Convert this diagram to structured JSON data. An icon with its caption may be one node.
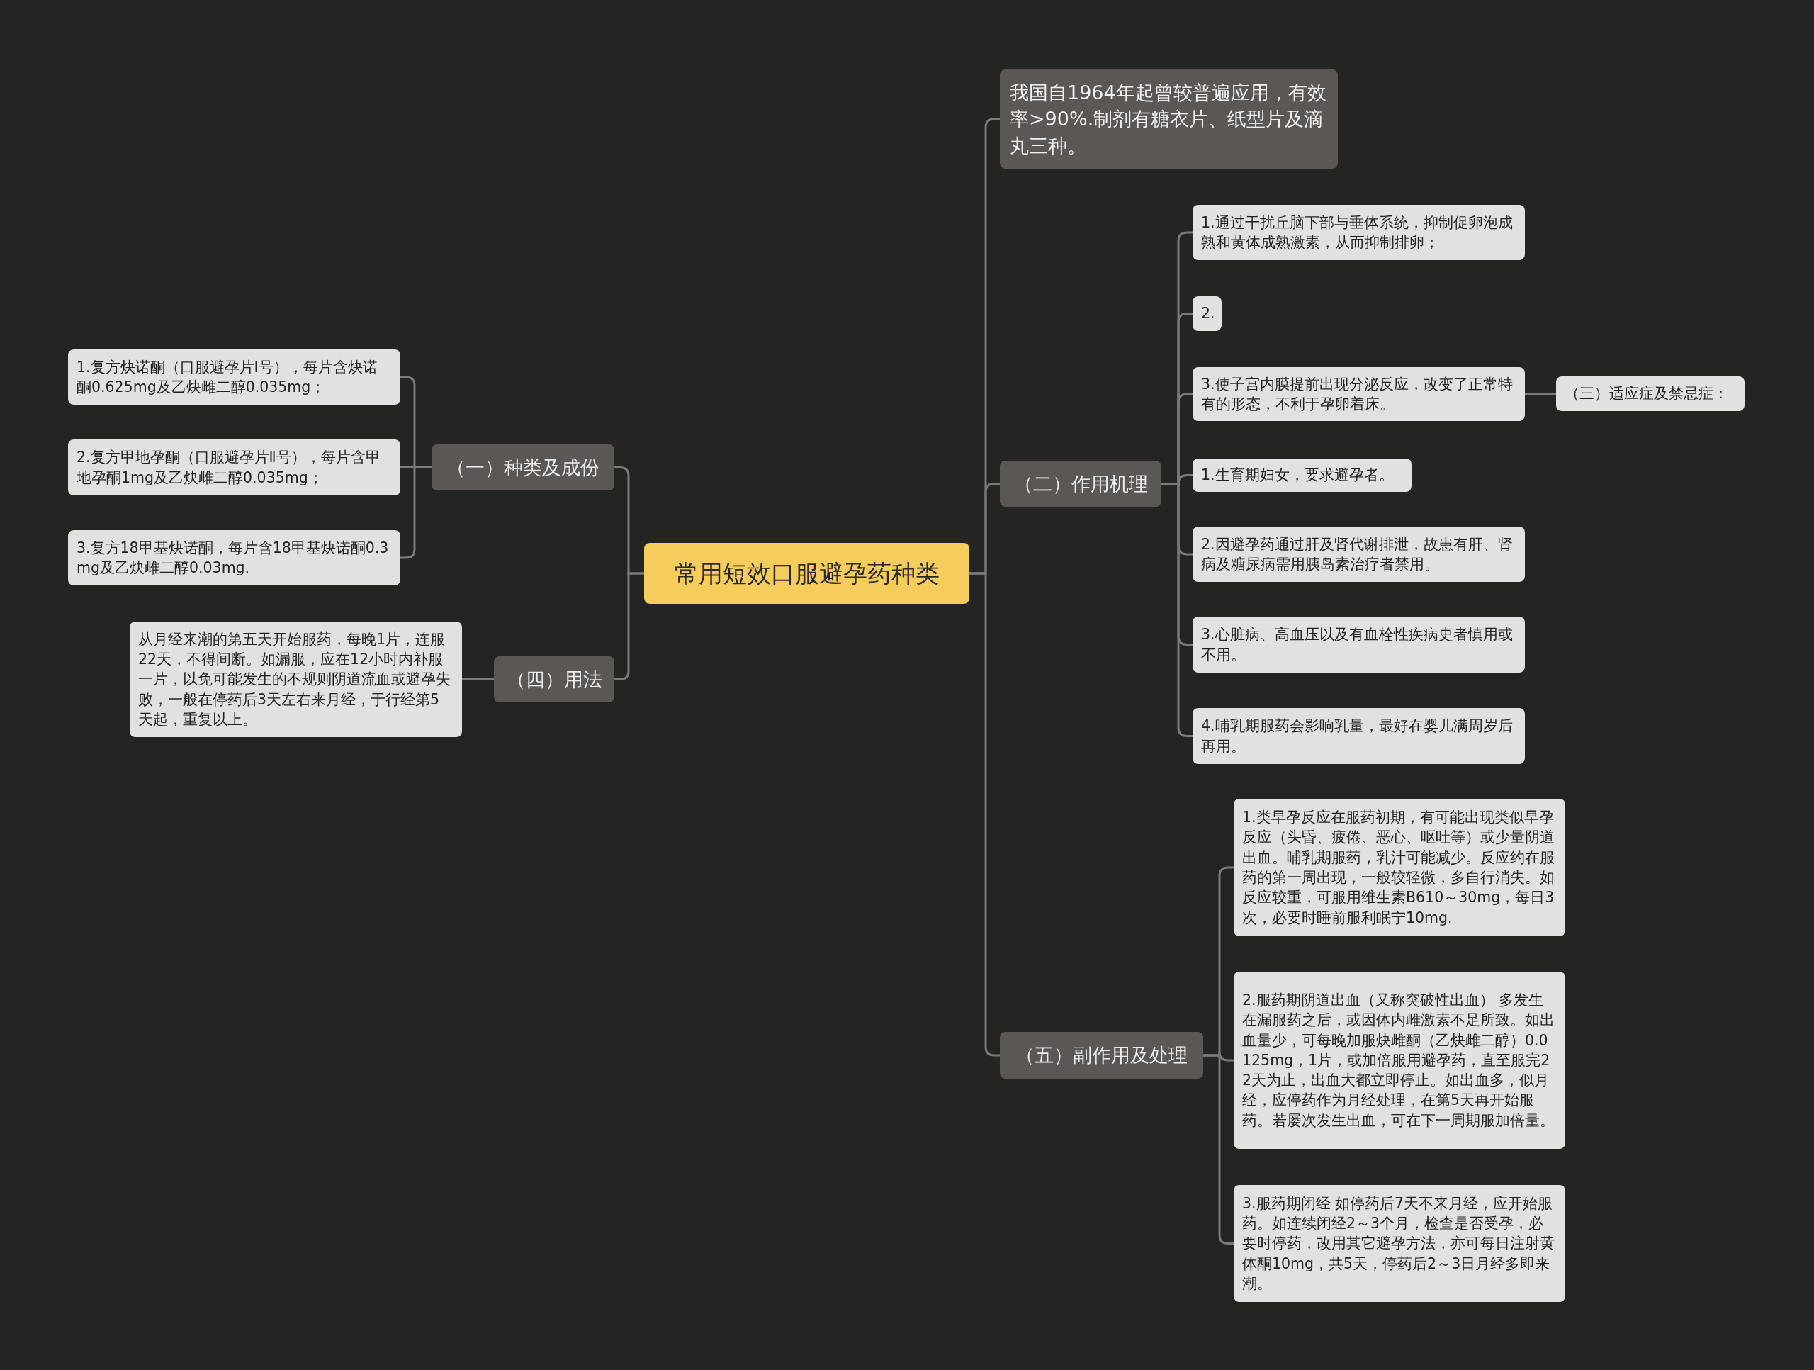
{
  "diagram": {
    "nodes": [
      {
        "text": [
          "常用短效口服避孕药种类"
        ]
      },
      {
        "text": [
          "（一）种类及成份"
        ]
      },
      {
        "text": [
          "1.复方炔诺酮（口服避孕片Ⅰ号），每片含炔诺酮0.625mg及乙炔雌二醇0.035mg；"
        ]
      },
      {
        "text": [
          "2.复方甲地孕酮（口服避孕片Ⅱ号），每片含甲地孕酮1mg及乙炔雌二醇0.035mg；"
        ]
      },
      {
        "text": [
          "3.复方18甲基炔诺酮，每片含18甲基炔诺酮0.3mg及乙炔雌二醇0.03mg."
        ]
      },
      {
        "text": [
          "（四）用法"
        ]
      },
      {
        "text": [
          "从月经来潮的第五天开始服药，每晚1片，连服22天，不得间断。如漏服，应在12小时内补服一片，以免可能发生的不规则阴道流血或避孕失败，一般在停药后3天左右来月经，于行经第5天起，重复以上。"
        ]
      },
      {
        "text": [
          "我国自1964年起曾较普遍应用，有效率>90%.制剂有糖衣片、纸型片及滴丸三种。"
        ]
      },
      {
        "text": [
          "（二）作用机理"
        ]
      },
      {
        "text": [
          "1.通过干扰丘脑下部与垂体系统，抑制促卵泡成熟和黄体成熟激素，从而抑制排卵；"
        ]
      },
      {
        "text": [
          "2."
        ]
      },
      {
        "text": [
          "3.使子宫内膜提前出现分泌反应，改变了正常特有的形态，不利于孕卵着床。"
        ]
      },
      {
        "text": [
          "（三）适应症及禁忌症："
        ]
      },
      {
        "text": [
          "1.生育期妇女，要求避孕者。"
        ]
      },
      {
        "text": [
          "2.因避孕药通过肝及肾代谢排泄，故患有肝、肾病及糖尿病需用胰岛素治疗者禁用。"
        ]
      },
      {
        "text": [
          "3.心脏病、高血压以及有血栓性疾病史者慎用或不用。"
        ]
      },
      {
        "text": [
          "4.哺乳期服药会影响乳量，最好在婴儿满周岁后再用。"
        ]
      },
      {
        "text": [
          "（五）副作用及处理"
        ]
      },
      {
        "text": [
          "1.类早孕反应在服药初期，有可能出现类似早孕反应（头昏、疲倦、恶心、呕吐等）或少量阴道出血。哺乳期服药，乳汁可能减少。反应约在服药的第一周出现，一般较轻微，多自行消失。如反应较重，可服用维生素B610～30mg，每日3次，必要时睡前服利眠宁10mg."
        ]
      },
      {
        "text": [
          "2.服药期阴道出血（又称突破性出血） 多发生在漏服药之后，或因体内雌激素不足所致。如出血量少，可每晚加服炔雌酮（乙炔雌二醇）0.0125mg，1片，或加倍服用避孕药，直至服完22天为止，出血大都立即停止。如出血多，似月经，应停药作为月经处理，在第5天再开始服药。若屡次发生出血，可在下一周期服加倍量。"
        ]
      },
      {
        "text": [
          "3.服药期闭经 如停药后7天不来月经，应开始服药。如连续闭经2～3个月，检查是否受孕，必要时停药，改用其它避孕方法，亦可每日注射黄体酮10mg，共5天，停药后2～3日月经多即来潮。"
        ]
      }
    ],
    "edges": [
      {
        "from": 0,
        "to": 1,
        "arrow": "none"
      },
      {
        "from": 1,
        "to": 2,
        "arrow": "none"
      },
      {
        "from": 1,
        "to": 3,
        "arrow": "none"
      },
      {
        "from": 1,
        "to": 4,
        "arrow": "none"
      },
      {
        "from": 0,
        "to": 5,
        "arrow": "none"
      },
      {
        "from": 5,
        "to": 6,
        "arrow": "none"
      },
      {
        "from": 0,
        "to": 7,
        "arrow": "none"
      },
      {
        "from": 0,
        "to": 8,
        "arrow": "none"
      },
      {
        "from": 8,
        "to": 9,
        "arrow": "none"
      },
      {
        "from": 8,
        "to": 10,
        "arrow": "none"
      },
      {
        "from": 8,
        "to": 11,
        "arrow": "none"
      },
      {
        "from": 11,
        "to": 12,
        "arrow": "none"
      },
      {
        "from": 8,
        "to": 13,
        "arrow": "none"
      },
      {
        "from": 8,
        "to": 14,
        "arrow": "none"
      },
      {
        "from": 8,
        "to": 15,
        "arrow": "none"
      },
      {
        "from": 8,
        "to": 16,
        "arrow": "none"
      },
      {
        "from": 0,
        "to": 17,
        "arrow": "none"
      },
      {
        "from": 17,
        "to": 18,
        "arrow": "none"
      },
      {
        "from": 17,
        "to": 19,
        "arrow": "none"
      },
      {
        "from": 17,
        "to": 20,
        "arrow": "none"
      }
    ]
  }
}
